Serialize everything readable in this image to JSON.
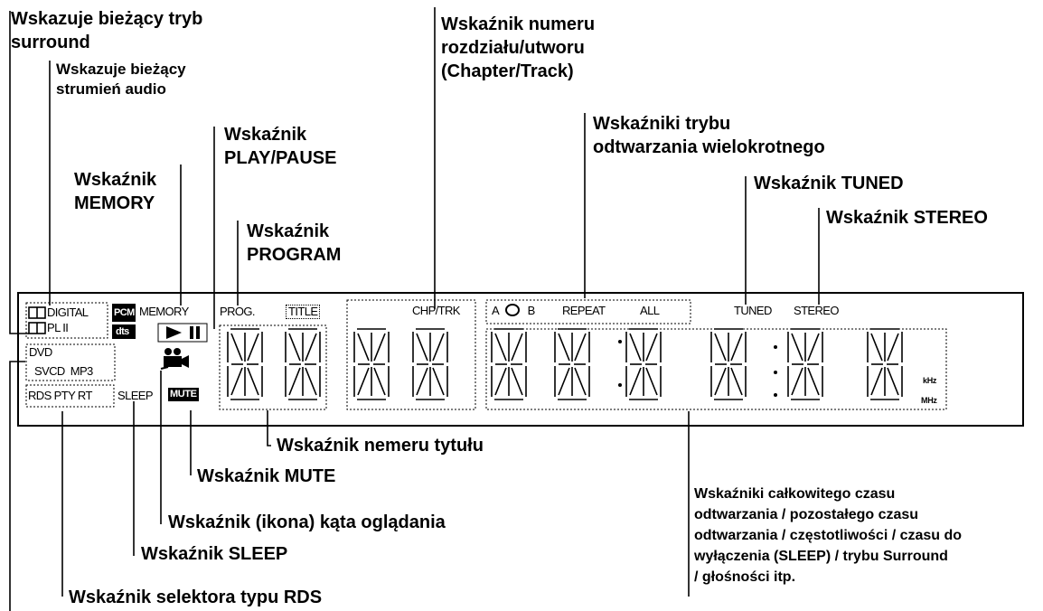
{
  "callouts": {
    "surround": [
      "Wskazuje bieżący tryb",
      "surround"
    ],
    "audio_stream": [
      "Wskazuje bieżący",
      "strumień audio"
    ],
    "play_pause": [
      "Wskaźnik",
      "PLAY/PAUSE"
    ],
    "memory": [
      "Wskaźnik",
      "MEMORY"
    ],
    "program": [
      "Wskaźnik",
      "PROGRAM"
    ],
    "chapter_track": [
      "Wskaźnik numeru",
      "rozdziału/utworu",
      "(Chapter/Track)"
    ],
    "repeat_modes": [
      "Wskaźniki trybu",
      "odtwarzania wielokrotnego"
    ],
    "tuned": [
      "Wskaźnik TUNED"
    ],
    "stereo": [
      "Wskaźnik STEREO"
    ],
    "title_number": [
      "Wskaźnik nemeru tytułu"
    ],
    "mute": [
      "Wskaźnik MUTE"
    ],
    "angle": [
      "Wskaźnik (ikona) kąta oglądania"
    ],
    "sleep": [
      "Wskaźnik SLEEP"
    ],
    "rds": [
      "Wskaźnik selektora typu RDS"
    ],
    "time_display": [
      "Wskaźniki całkowitego czasu",
      "odtwarzania / pozostałego czasu",
      "odtwarzania / częstotliwości / czasu do",
      "wyłączenia (SLEEP) / trybu Surround",
      "/ głośności itp."
    ]
  },
  "panel": {
    "digital": "DIGITAL",
    "pl2": "PL II",
    "pcm": "PCM",
    "dts": "dts",
    "memory": "MEMORY",
    "prog": "PROG.",
    "title": "TITLE",
    "chp_trk": "CHP/TRK",
    "ab": "A B",
    "repeat": "REPEAT",
    "all": "ALL",
    "tuned": "TUNED",
    "stereo": "STEREO",
    "dvd": "DVD",
    "svcd_mp3": "SVCD  MP3",
    "rds_pty_rt": "RDS PTY RT",
    "sleep": "SLEEP",
    "mute": "MUTE",
    "khz": "kHz",
    "mhz": "MHz"
  }
}
